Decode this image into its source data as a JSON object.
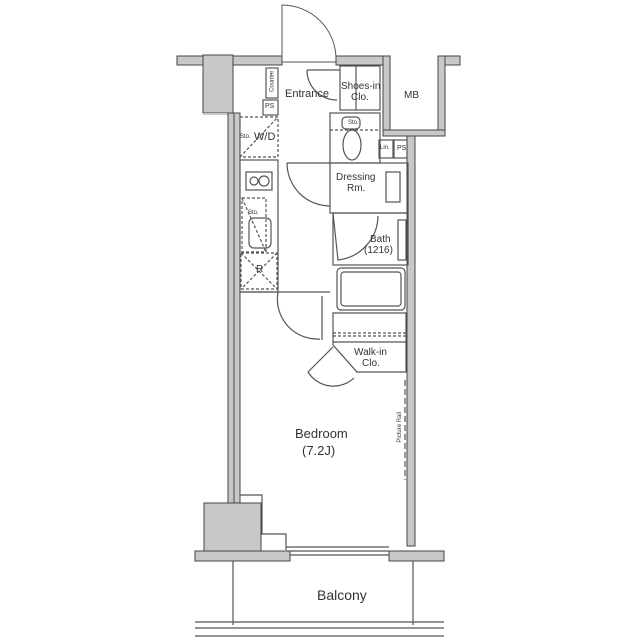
{
  "plan": {
    "rooms": {
      "entrance": "Entrance",
      "shoes_in_1": "Shoes-in",
      "shoes_in_2": "Clo.",
      "mb": "MB",
      "ps_left": "PS",
      "ps_right": "PS",
      "counter": "Counter",
      "sto_wd": "Sto.",
      "wd": "W/D",
      "sto_toilet": "Sto.",
      "lin": "Lin.",
      "dressing_1": "Dressing",
      "dressing_2": "Rm.",
      "sto_kitchen": "Sto.",
      "refrigerator": "R",
      "bath_1": "Bath",
      "bath_2": "(1216)",
      "walkin_1": "Walk-in",
      "walkin_2": "Clo.",
      "bedroom_1": "Bedroom",
      "bedroom_2": "(7.2J)",
      "picture_rail": "Picture Rail",
      "balcony": "Balcony"
    },
    "colors": {
      "wall_fill": "#c8c8c8",
      "line": "#444444",
      "thin_line": "#777777"
    }
  }
}
